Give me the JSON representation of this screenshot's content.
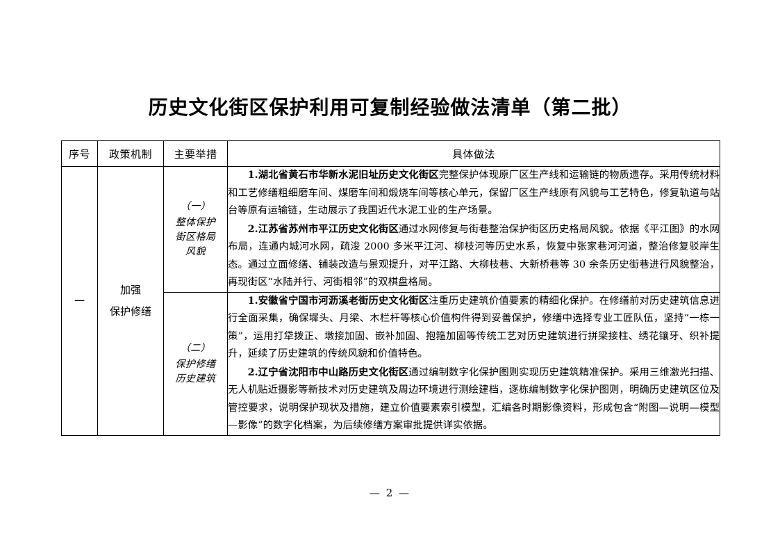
{
  "document": {
    "title": "历史文化街区保护利用可复制经验做法清单（第二批）",
    "page_footer": "— 2 —"
  },
  "table": {
    "headers": {
      "seq": "序号",
      "policy": "政策机制",
      "measure": "主要举措",
      "detail": "具体做法"
    },
    "row": {
      "seq": "一",
      "policy_line1": "加强",
      "policy_line2": "保护修缮"
    },
    "sections": [
      {
        "number": "（一）",
        "measure_line1": "整体保护",
        "measure_line2": "街区格局",
        "measure_line3": "风貌",
        "items": [
          {
            "index": "1.",
            "lead": "湖北省黄石市华新水泥旧址历史文化街区",
            "body": "完整保护体现原厂区生产线和运输链的物质遗存。采用传统材料和工艺修缮粗细磨车间、煤磨车间和煅烧车间等核心单元，保留厂区生产线原有风貌与工艺特色，修复轨道与站台等原有运输链，生动展示了我国近代水泥工业的生产场景。"
          },
          {
            "index": "2.",
            "lead": "江苏省苏州市平江历史文化街区",
            "body": "通过水网修复与街巷整治保护街区历史格局风貌。依据《平江图》的水网布局，连通内城河水网，疏浚 2000 多米平江河、柳枝河等历史水系，恢复中张家巷河河道，整治修复驳岸生态。通过立面修缮、铺装改造与景观提升，对平江路、大柳枝巷、大新桥巷等 30 余条历史街巷进行风貌整治，再现街区“水陆并行、河街相邻”的双棋盘格局。"
          }
        ]
      },
      {
        "number": "（二）",
        "measure_line1": "保护修缮",
        "measure_line2": "历史建筑",
        "measure_line3": "",
        "items": [
          {
            "index": "1.",
            "lead": "安徽省宁国市河沥溪老街历史文化街区",
            "body": "注重历史建筑价值要素的精细化保护。在修缮前对历史建筑信息进行全面采集，确保墀头、月梁、木栏杆等核心价值构件得到妥善保护，修缮中选择专业工匠队伍，坚持“一栋一策”，运用打牮拨正、墩接加固、嵌补加固、抱箍加固等传统工艺对历史建筑进行拼梁接柱、绣花镶牙、织补提升，延续了历史建筑的传统风貌和价值特色。"
          },
          {
            "index": "2.",
            "lead": "辽宁省沈阳市中山路历史文化街区",
            "body": "通过编制数字化保护图则实现历史建筑精准保护。采用三维激光扫描、无人机贴近摄影等新技术对历史建筑及周边环境进行测绘建档，逐栋编制数字化保护图则，明确历史建筑区位及管控要求，说明保护现状及措施，建立价值要素索引模型，汇编各时期影像资料，形成包含“附图—说明—模型—影像”的数字化档案，为后续修缮方案审批提供详实依据。"
          }
        ]
      }
    ]
  }
}
